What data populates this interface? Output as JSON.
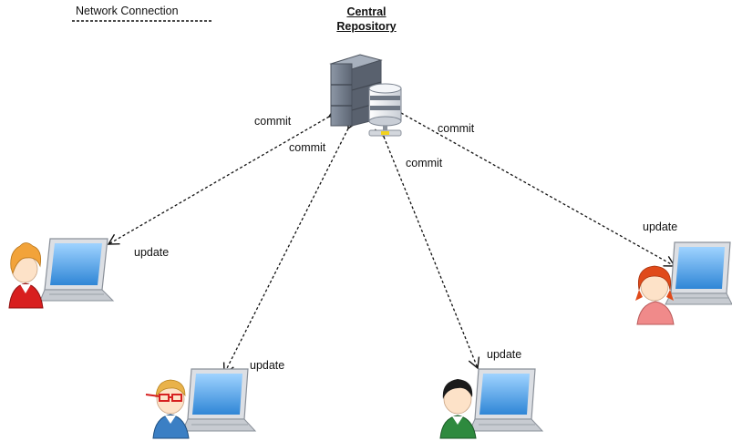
{
  "legend": {
    "label": "Network Connection"
  },
  "repository": {
    "title_line1": "Central",
    "title_line2": "Repository"
  },
  "labels": {
    "commit_user1": "commit",
    "update_user1": "update",
    "commit_user2": "commit",
    "update_user2": "update",
    "commit_user3": "commit",
    "update_user3": "update",
    "commit_user4": "commit",
    "update_user4": "update"
  },
  "colors": {
    "user1_shirt": "#d81f1f",
    "user1_hair": "#f2a33a",
    "user2_shirt": "#3b7fc4",
    "user2_glasses": "#d62020",
    "user3_shirt": "#2e8a3e",
    "user3_hair": "#1b1b1b",
    "user4_shirt": "#f08a8a",
    "user4_hair": "#e04a1a",
    "laptop_screen": "#4fa6e6"
  }
}
